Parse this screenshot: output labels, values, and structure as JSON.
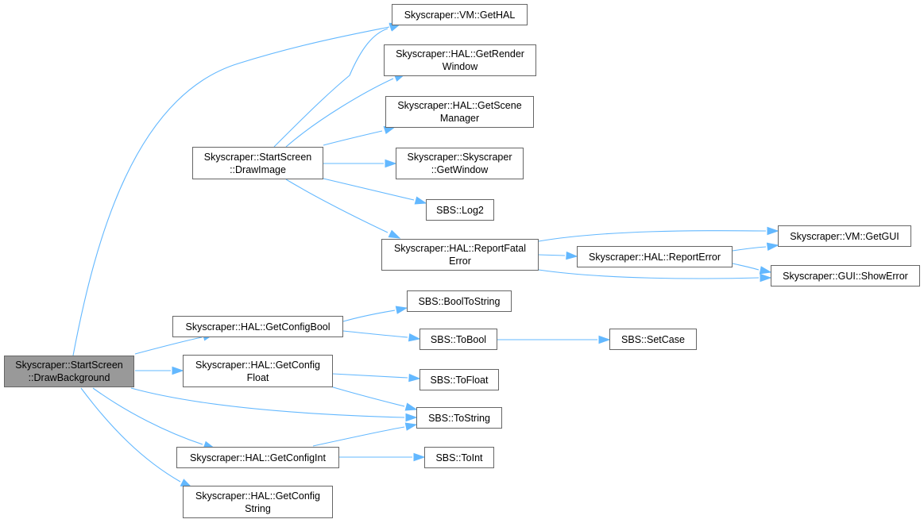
{
  "nodes": {
    "draw_background": [
      "Skyscraper::StartScreen",
      "::DrawBackground"
    ],
    "vm_gethal": [
      "Skyscraper::VM::GetHAL"
    ],
    "hal_getrenderwindow": [
      "Skyscraper::HAL::GetRender",
      "Window"
    ],
    "hal_getscenemanager": [
      "Skyscraper::HAL::GetScene",
      "Manager"
    ],
    "skyscraper_getwindow": [
      "Skyscraper::Skyscraper",
      "::GetWindow"
    ],
    "drawimage": [
      "Skyscraper::StartScreen",
      "::DrawImage"
    ],
    "sbs_log2": [
      "SBS::Log2"
    ],
    "hal_reportfatalerror": [
      "Skyscraper::HAL::ReportFatal",
      "Error"
    ],
    "vm_getgui": [
      "Skyscraper::VM::GetGUI"
    ],
    "hal_reporterror": [
      "Skyscraper::HAL::ReportError"
    ],
    "gui_showerror": [
      "Skyscraper::GUI::ShowError"
    ],
    "sbs_booltostring": [
      "SBS::BoolToString"
    ],
    "hal_getconfigbool": [
      "Skyscraper::HAL::GetConfigBool"
    ],
    "sbs_tobool": [
      "SBS::ToBool"
    ],
    "sbs_setcase": [
      "SBS::SetCase"
    ],
    "hal_getconfigfloat": [
      "Skyscraper::HAL::GetConfig",
      "Float"
    ],
    "sbs_tofloat": [
      "SBS::ToFloat"
    ],
    "sbs_tostring": [
      "SBS::ToString"
    ],
    "hal_getconfigint": [
      "Skyscraper::HAL::GetConfigInt"
    ],
    "sbs_toint": [
      "SBS::ToInt"
    ],
    "hal_getconfigstring": [
      "Skyscraper::HAL::GetConfig",
      "String"
    ]
  },
  "colors": {
    "edge": "#63b8ff",
    "node_border": "#666666",
    "node_fill": "#ffffff",
    "root_fill": "#999999",
    "text": "#000000"
  }
}
